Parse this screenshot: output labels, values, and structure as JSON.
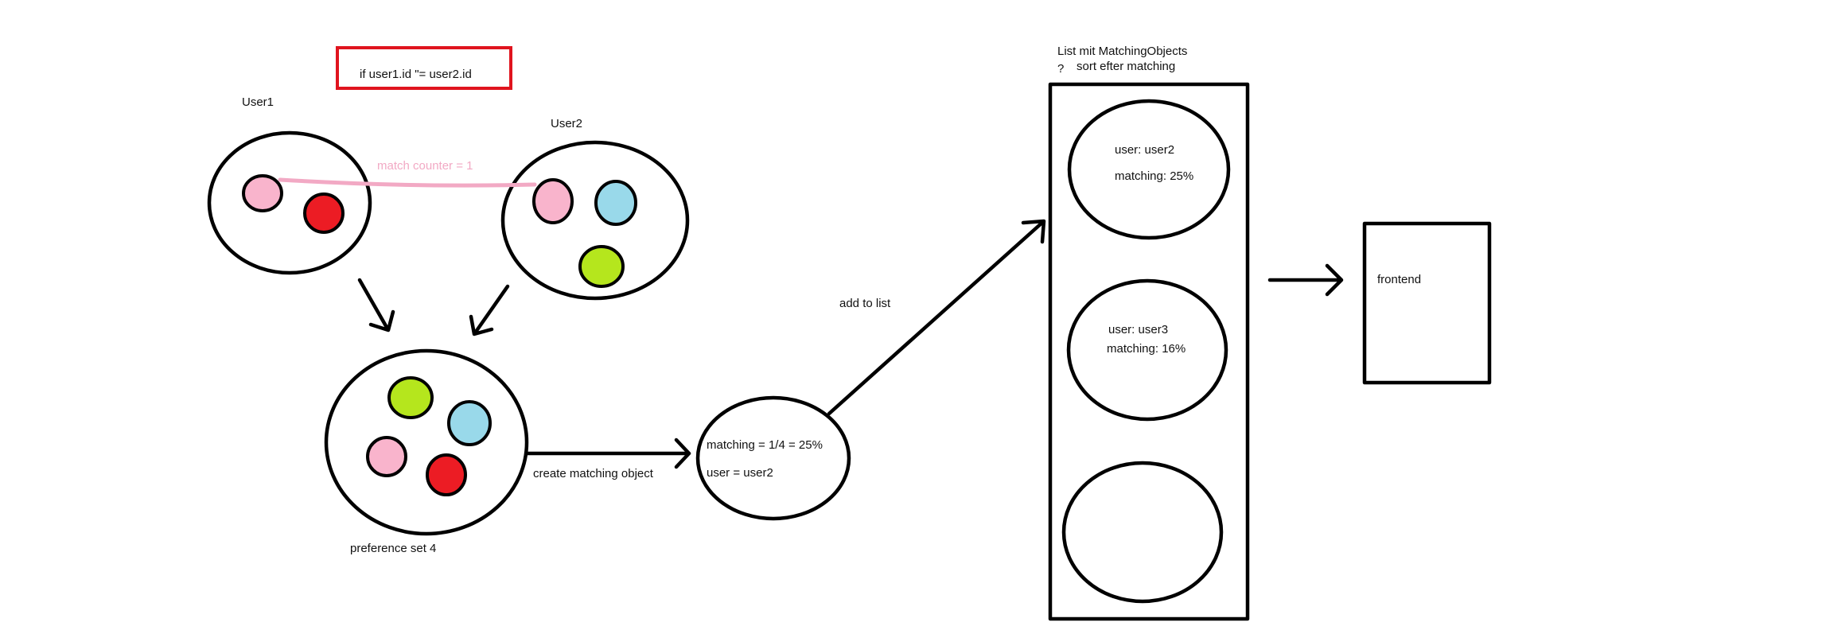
{
  "condition": {
    "text": "if user1.id \"= user2.id",
    "border_color": "#e0141e"
  },
  "user1": {
    "label": "User1"
  },
  "user2": {
    "label": "User2"
  },
  "match_line": {
    "label": "match counter = 1",
    "color": "#f2a9c4"
  },
  "preference_set": {
    "label": "preference set 4"
  },
  "create_arrow": {
    "label": "create matching object"
  },
  "matching_object": {
    "matching": "matching = 1/4 = 25%",
    "user": "user = user2"
  },
  "add_arrow": {
    "label": "add to list"
  },
  "list": {
    "title": "List mit MatchingObjects",
    "question_mark": "?",
    "subtitle": "sort efter matching",
    "items": [
      {
        "user": "user: user2",
        "matching": "matching: 25%"
      },
      {
        "user": "user: user3",
        "matching": "matching: 16%"
      },
      {
        "user": "",
        "matching": ""
      }
    ]
  },
  "frontend": {
    "label": "frontend"
  },
  "colors": {
    "pink": "#f9b4cc",
    "red": "#ec1c24",
    "blue": "#99d9ea",
    "green": "#b5e61d"
  }
}
